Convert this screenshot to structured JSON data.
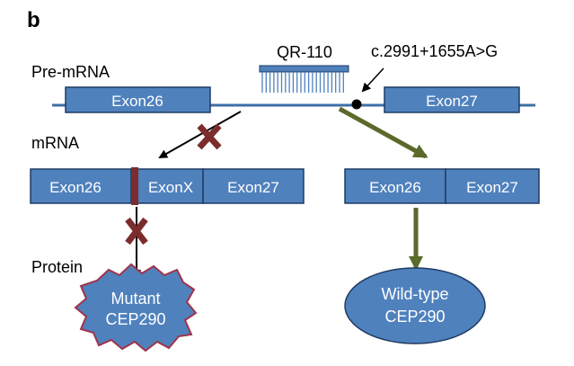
{
  "panel_label": "b",
  "oligo": {
    "name": "QR-110"
  },
  "mutation": {
    "label": "c.2991+1655A>G"
  },
  "rows": {
    "pre_mrna": "Pre-mRNA",
    "mrna": "mRNA",
    "protein": "Protein"
  },
  "pre_mrna_exons": [
    "Exon26",
    "Exon27"
  ],
  "aberrant_mrna_exons": [
    "Exon26",
    "ExonX",
    "Exon27"
  ],
  "wildtype_mrna_exons": [
    "Exon26",
    "Exon27"
  ],
  "mutant_protein": [
    "Mutant",
    "CEP290"
  ],
  "wildtype_protein": [
    "Wild-type",
    "CEP290"
  ],
  "colors": {
    "exon_fill": "#4f81bd",
    "exon_stroke": "#1f3b63",
    "backbone": "#3d6fa8",
    "pseudoexon_marker": "#7b2c2c",
    "block_mark": "#7b2c2c",
    "correct_arrow": "#5a6a2a",
    "mutant_stroke": "#a0334a",
    "mutation_dot": "#000000"
  }
}
